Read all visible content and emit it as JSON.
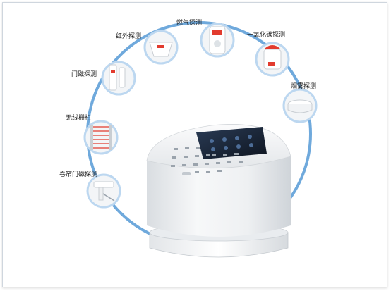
{
  "sensors": [
    {
      "id": "gas",
      "label": "燃气探测",
      "icon": "gas-detector-icon"
    },
    {
      "id": "infrared",
      "label": "红外探测",
      "icon": "pir-sensor-icon"
    },
    {
      "id": "co",
      "label": "一氧化碳探测",
      "icon": "co-detector-icon"
    },
    {
      "id": "door",
      "label": "门磁探测",
      "icon": "door-sensor-icon"
    },
    {
      "id": "smoke",
      "label": "烟雾探测",
      "icon": "smoke-detector-icon"
    },
    {
      "id": "barrier",
      "label": "无线栅栏",
      "icon": "infrared-barrier-icon"
    },
    {
      "id": "rolling",
      "label": "卷帘门磁探测",
      "icon": "rolling-door-sensor-icon"
    }
  ],
  "colors": {
    "ring": "#6fa9dc",
    "node_border": "#bcd7f0",
    "device_body": "#eef0f2",
    "screen": "#1b2330",
    "alarm_red": "#e23b2e"
  }
}
